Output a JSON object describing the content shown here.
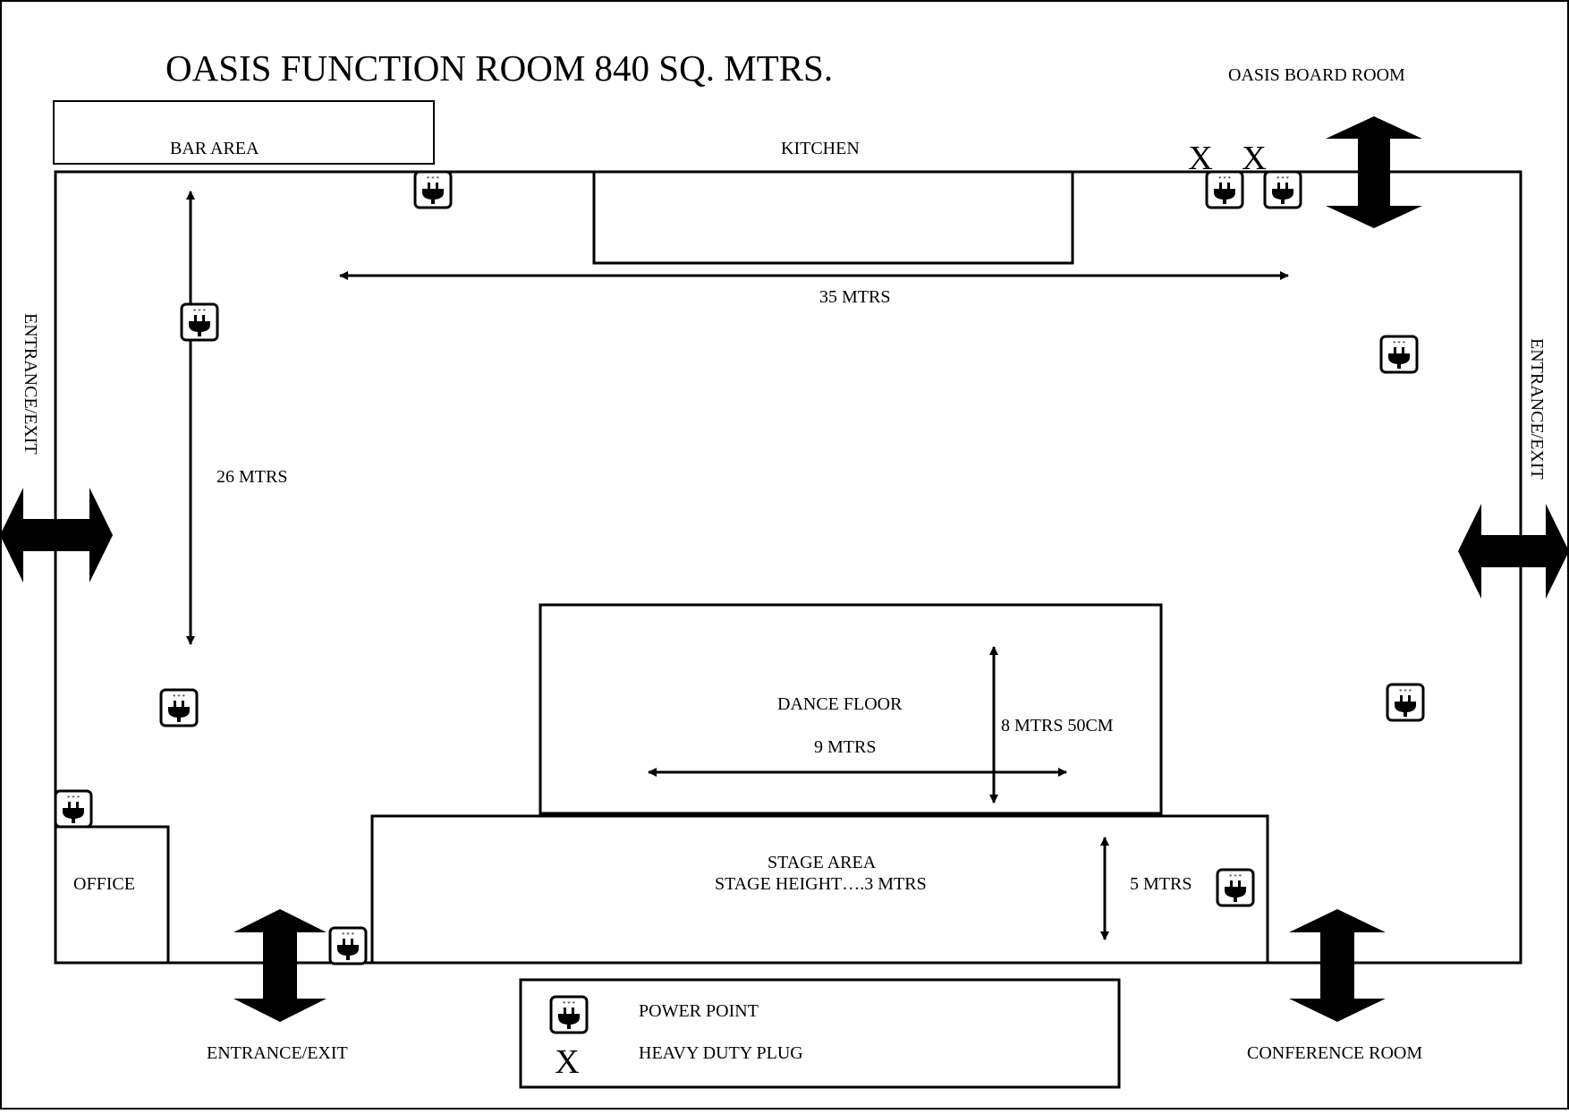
{
  "title": "OASIS FUNCTION ROOM   840 SQ. MTRS.",
  "labels": {
    "board_room": "OASIS BOARD ROOM",
    "bar_area": "BAR AREA",
    "kitchen": "KITCHEN",
    "entrance_left": "ENTRANCE/EXIT",
    "entrance_right": "ENTRANCE/EXIT",
    "entrance_bottom": "ENTRANCE/EXIT",
    "conference_room": "CONFERENCE ROOM",
    "office": "OFFICE",
    "dance_floor": "DANCE  FLOOR",
    "stage_area": "STAGE    AREA",
    "stage_height": "STAGE    HEIGHT….3 MTRS"
  },
  "dimensions": {
    "width": "35 MTRS",
    "length": "26 MTRS",
    "dance_width": "9 MTRS",
    "dance_depth": "8 MTRS  50CM",
    "stage_depth": "5 MTRS"
  },
  "heavy_duty_marks": [
    "X",
    "X"
  ],
  "legend": {
    "power_point": "POWER POINT",
    "heavy_duty_symbol": "X",
    "heavy_duty": "HEAVY DUTY PLUG"
  },
  "icons": {
    "power_point": "power-point-icon"
  },
  "colors": {
    "line": "#000000",
    "background": "#ffffff"
  }
}
